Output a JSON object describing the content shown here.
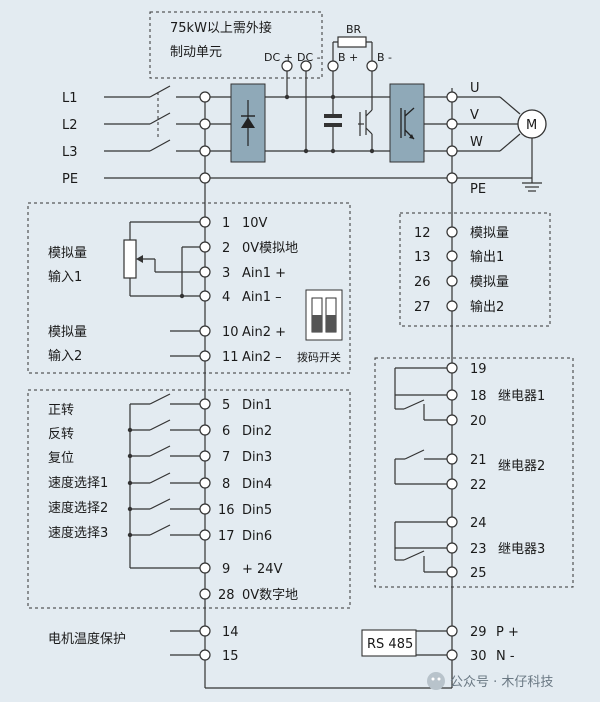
{
  "colors": {
    "background": "#e3ebf1",
    "block": "#8fa9b8",
    "line": "#333333"
  },
  "braking": {
    "note_line1": "75kW以上需外接",
    "note_line2": "制动单元",
    "br": "BR",
    "dc_plus": "DC +",
    "dc_minus": "DC -",
    "b_plus": "B +",
    "b_minus": "B -"
  },
  "power": {
    "l1": "L1",
    "l2": "L2",
    "l3": "L3",
    "pe_in": "PE",
    "u": "U",
    "v": "V",
    "w": "W",
    "pe_out": "PE",
    "motor": "M"
  },
  "analog_in": {
    "label1_line1": "模拟量",
    "label1_line2": "输入1",
    "label2_line1": "模拟量",
    "label2_line2": "输入2",
    "dip_label": "拨码开关",
    "terminals": [
      {
        "num": "1",
        "name": "10V"
      },
      {
        "num": "2",
        "name": "0V模拟地"
      },
      {
        "num": "3",
        "name": "Ain1 +"
      },
      {
        "num": "4",
        "name": "Ain1 –"
      },
      {
        "num": "10",
        "name": "Ain2 +"
      },
      {
        "num": "11",
        "name": "Ain2 –"
      }
    ]
  },
  "digital_in": {
    "labels": [
      "正转",
      "反转",
      "复位",
      "速度选择1",
      "速度选择2",
      "速度选择3"
    ],
    "terminals": [
      {
        "num": "5",
        "name": "Din1"
      },
      {
        "num": "6",
        "name": "Din2"
      },
      {
        "num": "7",
        "name": "Din3"
      },
      {
        "num": "8",
        "name": "Din4"
      },
      {
        "num": "16",
        "name": "Din5"
      },
      {
        "num": "17",
        "name": "Din6"
      },
      {
        "num": "9",
        "name": "+ 24V"
      },
      {
        "num": "28",
        "name": "0V数字地"
      }
    ]
  },
  "motor_temp": {
    "label": "电机温度保护",
    "terminals": [
      {
        "num": "14"
      },
      {
        "num": "15"
      }
    ]
  },
  "analog_out": {
    "terminals": [
      {
        "num": "12",
        "name": "模拟量"
      },
      {
        "num": "13",
        "name": "输出1"
      },
      {
        "num": "26",
        "name": "模拟量"
      },
      {
        "num": "27",
        "name": "输出2"
      }
    ]
  },
  "relays": {
    "r1": {
      "label": "继电器1",
      "nums": [
        "19",
        "18",
        "20"
      ]
    },
    "r2": {
      "label": "继电器2",
      "nums": [
        "21",
        "22"
      ]
    },
    "r3": {
      "label": "继电器3",
      "nums": [
        "24",
        "23",
        "25"
      ]
    }
  },
  "rs485": {
    "box_label": "RS 485",
    "t29": "29",
    "p": "P +",
    "t30": "30",
    "n": "N -"
  },
  "watermark": {
    "text": "公众号 · 木仔科技"
  }
}
